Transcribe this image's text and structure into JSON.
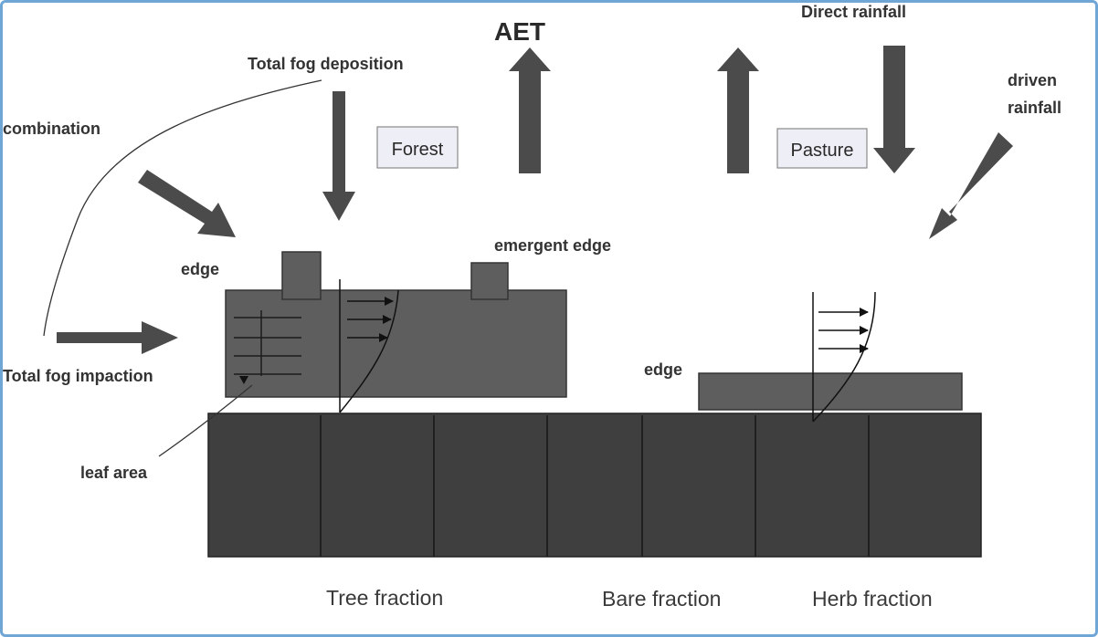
{
  "labels": {
    "aet": "AET",
    "direct_rainfall": "Direct rainfall",
    "driven_rainfall_line1": "driven",
    "driven_rainfall_line2": "rainfall",
    "total_fog_deposition": "Total fog deposition",
    "combination": "combination",
    "forest": "Forest",
    "pasture": "Pasture",
    "edge_left": "edge",
    "emergent_edge": "emergent edge",
    "edge_herb": "edge",
    "total_fog_impaction": "Total fog impaction",
    "leaf_area": "leaf area",
    "tree_fraction": "Tree fraction",
    "bare_fraction": "Bare fraction",
    "herb_fraction": "Herb fraction"
  },
  "colors": {
    "frame": "#6fa6d6",
    "soil": "#3f3f3f",
    "canopy": "#5e5e5e",
    "arrow": "#4b4b4b",
    "label_box": "#eeeef6"
  }
}
